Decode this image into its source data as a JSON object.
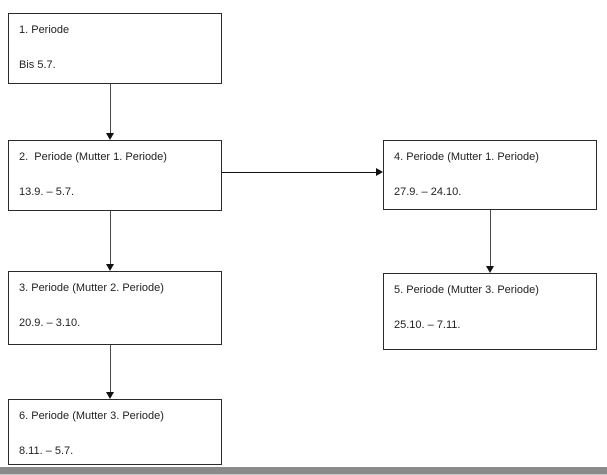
{
  "diagram": {
    "boxes": [
      {
        "title": "1. Periode",
        "date": "Bis 5.7."
      },
      {
        "title": "2.  Periode (Mutter 1. Periode)",
        "date": "13.9. – 5.7."
      },
      {
        "title": "3. Periode (Mutter 2. Periode)",
        "date": "20.9. – 3.10."
      },
      {
        "title": "4. Periode (Mutter 1. Periode)",
        "date": "27.9. – 24.10."
      },
      {
        "title": "5. Periode (Mutter 3. Periode)",
        "date": "25.10. – 7.11."
      },
      {
        "title": "6. Periode (Mutter 3. Periode)",
        "date": "8.11. – 5.7."
      }
    ],
    "connectors": [
      {
        "from": "1. Periode",
        "to": "2. Periode",
        "direction": "down"
      },
      {
        "from": "2. Periode",
        "to": "4. Periode",
        "direction": "right"
      },
      {
        "from": "2. Periode",
        "to": "3. Periode",
        "direction": "down"
      },
      {
        "from": "4. Periode",
        "to": "5. Periode",
        "direction": "down"
      },
      {
        "from": "3. Periode",
        "to": "6. Periode",
        "direction": "down"
      }
    ],
    "colors": {
      "background": "#ffffff",
      "box_border": "#2b2b2b",
      "text": "#1f1f1f",
      "arrow": "#111111",
      "bottom_bar": "#8a8a8a"
    }
  }
}
